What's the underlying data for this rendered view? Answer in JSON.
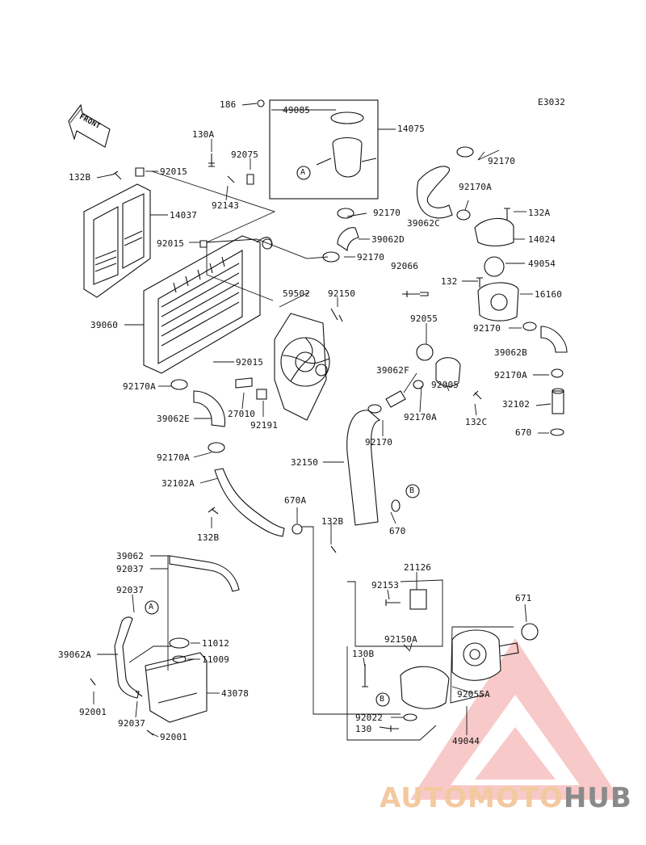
{
  "diagram_code": "E3032",
  "front_label": "FRONT",
  "watermark": {
    "part1": "AUTOMOTO",
    "part2": "HUB"
  },
  "callouts": [
    {
      "id": "c186",
      "text": "186"
    },
    {
      "id": "c49085",
      "text": "49085"
    },
    {
      "id": "c14075",
      "text": "14075"
    },
    {
      "id": "c130A",
      "text": "130A"
    },
    {
      "id": "c92075",
      "text": "92075"
    },
    {
      "id": "c132B_top",
      "text": "132B"
    },
    {
      "id": "c92015_top",
      "text": "92015"
    },
    {
      "id": "c92143",
      "text": "92143"
    },
    {
      "id": "c14037",
      "text": "14037"
    },
    {
      "id": "c92015_mid",
      "text": "92015"
    },
    {
      "id": "c92170_a",
      "text": "92170"
    },
    {
      "id": "c92170A_a",
      "text": "92170A"
    },
    {
      "id": "c92170_b",
      "text": "92170"
    },
    {
      "id": "c39062C",
      "text": "39062C"
    },
    {
      "id": "c132A",
      "text": "132A"
    },
    {
      "id": "c39062D",
      "text": "39062D"
    },
    {
      "id": "c14024",
      "text": "14024"
    },
    {
      "id": "c92170_c",
      "text": "92170"
    },
    {
      "id": "c92066",
      "text": "92066"
    },
    {
      "id": "c49054",
      "text": "49054"
    },
    {
      "id": "c132",
      "text": "132"
    },
    {
      "id": "c16160",
      "text": "16160"
    },
    {
      "id": "c59502",
      "text": "59502"
    },
    {
      "id": "c92150",
      "text": "92150"
    },
    {
      "id": "c39060",
      "text": "39060"
    },
    {
      "id": "c92055",
      "text": "92055"
    },
    {
      "id": "c92170_d",
      "text": "92170"
    },
    {
      "id": "c39062B",
      "text": "39062B"
    },
    {
      "id": "c92015_low",
      "text": "92015"
    },
    {
      "id": "c39062F",
      "text": "39062F"
    },
    {
      "id": "c92170A_b",
      "text": "92170A"
    },
    {
      "id": "c92170A_c",
      "text": "92170A"
    },
    {
      "id": "c92005",
      "text": "92005"
    },
    {
      "id": "c32102",
      "text": "32102"
    },
    {
      "id": "c27010",
      "text": "27010"
    },
    {
      "id": "c39062E",
      "text": "39062E"
    },
    {
      "id": "c92191",
      "text": "92191"
    },
    {
      "id": "c92170A_d",
      "text": "92170A"
    },
    {
      "id": "c132C",
      "text": "132C"
    },
    {
      "id": "c92170_e",
      "text": "92170"
    },
    {
      "id": "c670",
      "text": "670"
    },
    {
      "id": "c92170A_e",
      "text": "92170A"
    },
    {
      "id": "c32150",
      "text": "32150"
    },
    {
      "id": "c32102A",
      "text": "32102A"
    },
    {
      "id": "c670A",
      "text": "670A"
    },
    {
      "id": "c132B_mid",
      "text": "132B"
    },
    {
      "id": "c670_b",
      "text": "670"
    },
    {
      "id": "c132B_low",
      "text": "132B"
    },
    {
      "id": "c39062",
      "text": "39062"
    },
    {
      "id": "c92037_a",
      "text": "92037"
    },
    {
      "id": "c21126",
      "text": "21126"
    },
    {
      "id": "c92037_b",
      "text": "92037"
    },
    {
      "id": "c92153",
      "text": "92153"
    },
    {
      "id": "c671",
      "text": "671"
    },
    {
      "id": "c39062A",
      "text": "39062A"
    },
    {
      "id": "c11012",
      "text": "11012"
    },
    {
      "id": "c92150A",
      "text": "92150A"
    },
    {
      "id": "c11009",
      "text": "11009"
    },
    {
      "id": "c130B",
      "text": "130B"
    },
    {
      "id": "c43078",
      "text": "43078"
    },
    {
      "id": "c92055A",
      "text": "92055A"
    },
    {
      "id": "c92001_a",
      "text": "92001"
    },
    {
      "id": "c92037_c",
      "text": "92037"
    },
    {
      "id": "c92022",
      "text": "92022"
    },
    {
      "id": "c92001_b",
      "text": "92001"
    },
    {
      "id": "c130",
      "text": "130"
    },
    {
      "id": "c49044",
      "text": "49044"
    }
  ],
  "markers": [
    {
      "id": "mA1",
      "text": "A"
    },
    {
      "id": "mB1",
      "text": "B"
    },
    {
      "id": "mA2",
      "text": "A"
    },
    {
      "id": "mB2",
      "text": "B"
    }
  ]
}
